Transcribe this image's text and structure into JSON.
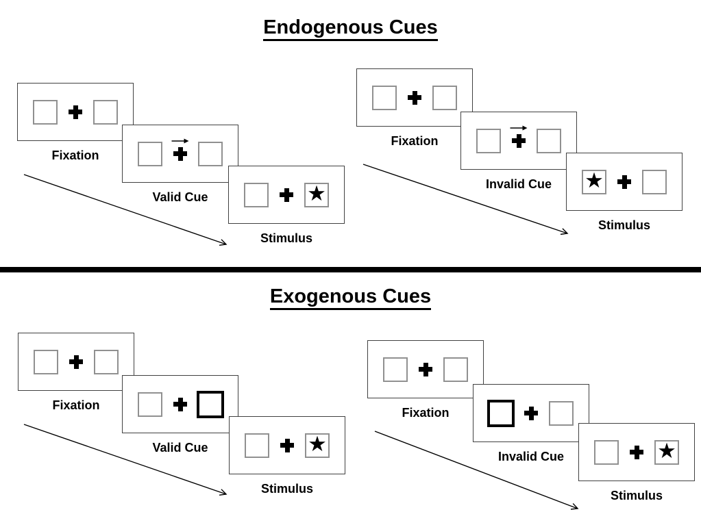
{
  "colors": {
    "ink": "#000000",
    "panel_border": "#404040",
    "box_border": "#909090",
    "background": "#ffffff"
  },
  "icons": {
    "star": "★",
    "fixation_cross": "plus",
    "cue_arrow_direction": "right"
  },
  "sections": [
    {
      "id": "endogenous",
      "title": "Endogenous Cues",
      "groups": [
        {
          "name": "valid-trial",
          "panels": [
            {
              "label": "Fixation",
              "left_box": "plain",
              "right_box": "plain",
              "center": "cross"
            },
            {
              "label": "Valid Cue",
              "left_box": "plain",
              "right_box": "plain",
              "center": "cross-with-right-arrow"
            },
            {
              "label": "Stimulus",
              "left_box": "plain",
              "right_box": "star",
              "center": "cross"
            }
          ]
        },
        {
          "name": "invalid-trial",
          "panels": [
            {
              "label": "Fixation",
              "left_box": "plain",
              "right_box": "plain",
              "center": "cross"
            },
            {
              "label": "Invalid Cue",
              "left_box": "plain",
              "right_box": "plain",
              "center": "cross-with-right-arrow"
            },
            {
              "label": "Stimulus",
              "left_box": "star",
              "right_box": "plain",
              "center": "cross"
            }
          ]
        }
      ]
    },
    {
      "id": "exogenous",
      "title": "Exogenous Cues",
      "groups": [
        {
          "name": "valid-trial",
          "panels": [
            {
              "label": "Fixation",
              "left_box": "plain",
              "right_box": "plain",
              "center": "cross"
            },
            {
              "label": "Valid Cue",
              "left_box": "plain",
              "right_box": "thick-black",
              "center": "cross"
            },
            {
              "label": "Stimulus",
              "left_box": "plain",
              "right_box": "star",
              "center": "cross"
            }
          ]
        },
        {
          "name": "invalid-trial",
          "panels": [
            {
              "label": "Fixation",
              "left_box": "plain",
              "right_box": "plain",
              "center": "cross"
            },
            {
              "label": "Invalid Cue",
              "left_box": "thick-black",
              "right_box": "plain",
              "center": "cross"
            },
            {
              "label": "Stimulus",
              "left_box": "plain",
              "right_box": "star",
              "center": "cross"
            }
          ]
        }
      ]
    }
  ]
}
